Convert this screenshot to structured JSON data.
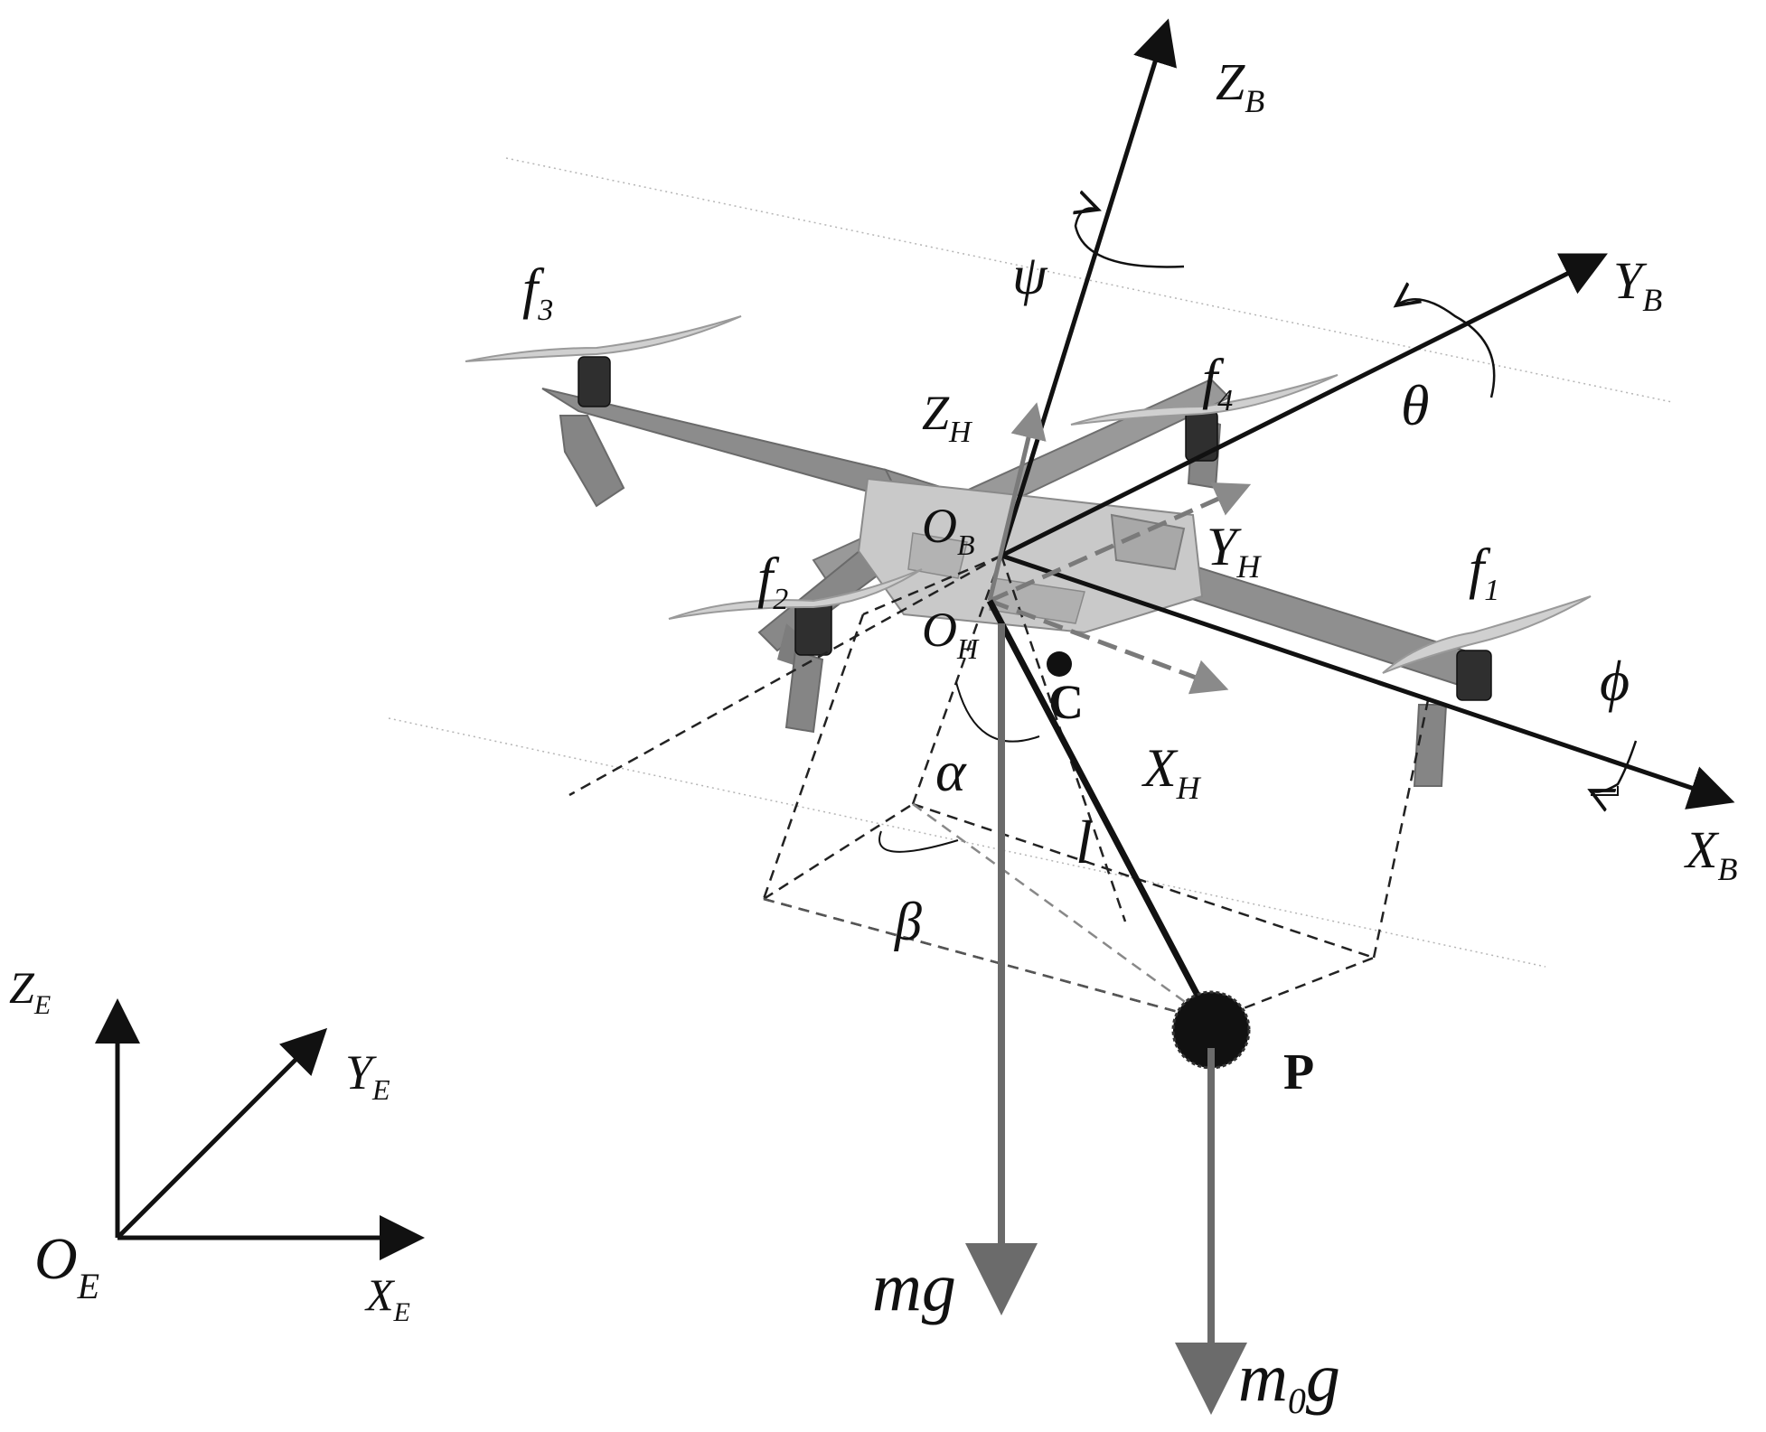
{
  "labels": {
    "ZB": {
      "main": "Z",
      "sub": "B"
    },
    "YB": {
      "main": "Y",
      "sub": "B"
    },
    "XB": {
      "main": "X",
      "sub": "B"
    },
    "ZH": {
      "main": "Z",
      "sub": "H"
    },
    "YH": {
      "main": "Y",
      "sub": "H"
    },
    "XH": {
      "main": "X",
      "sub": "H"
    },
    "OB": {
      "main": "O",
      "sub": "B"
    },
    "OH": {
      "main": "O",
      "sub": "H"
    },
    "ZE": {
      "main": "Z",
      "sub": "E"
    },
    "YE": {
      "main": "Y",
      "sub": "E"
    },
    "XE": {
      "main": "X",
      "sub": "E"
    },
    "OE": {
      "main": "O",
      "sub": "E"
    },
    "f1": {
      "main": "f",
      "sub": "1"
    },
    "f2": {
      "main": "f",
      "sub": "2"
    },
    "f3": {
      "main": "f",
      "sub": "3"
    },
    "f4": {
      "main": "f",
      "sub": "4"
    },
    "psi": "ψ",
    "theta": "θ",
    "phi": "ϕ",
    "alpha": "α",
    "beta": "β",
    "l": "l",
    "C": "C",
    "P": "P",
    "mg": "mg",
    "m0g": {
      "main": "m",
      "sub": "0",
      "tail": "g"
    }
  },
  "colors": {
    "axis": "#111111",
    "force": "#6b6b6b",
    "frame": "#7a7a7a",
    "dashed": "#222222"
  },
  "icons": [
    "quadrotor-body",
    "propeller-icon",
    "payload-mass-icon"
  ]
}
